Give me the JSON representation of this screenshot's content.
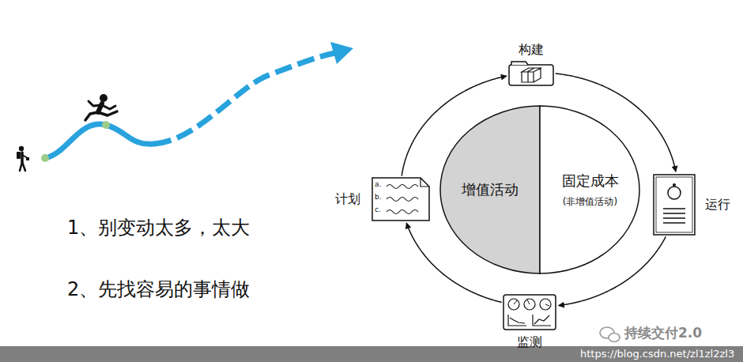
{
  "diagram": {
    "nodes": [
      {
        "text": [
          "增值活动"
        ]
      },
      {
        "text": [
          "固定成本",
          "(非增值活动)"
        ]
      },
      {
        "text": [
          "构建"
        ]
      },
      {
        "text": [
          "运行"
        ]
      },
      {
        "text": [
          "监测"
        ]
      },
      {
        "text": [
          "计划",
          "a.",
          "b.",
          "c."
        ]
      }
    ],
    "edges": [
      {
        "from": 2,
        "to": 3,
        "arrow": "to"
      },
      {
        "from": 3,
        "to": 4,
        "arrow": "to"
      },
      {
        "from": 4,
        "to": 5,
        "arrow": "to"
      },
      {
        "from": 5,
        "to": 2,
        "arrow": "to"
      }
    ],
    "labels": [
      "1、别变动太多，太大",
      "2、先找容易的事情做",
      "持续交付2.0",
      "https://blog.csdn.net/zl1zl2zl3"
    ]
  }
}
